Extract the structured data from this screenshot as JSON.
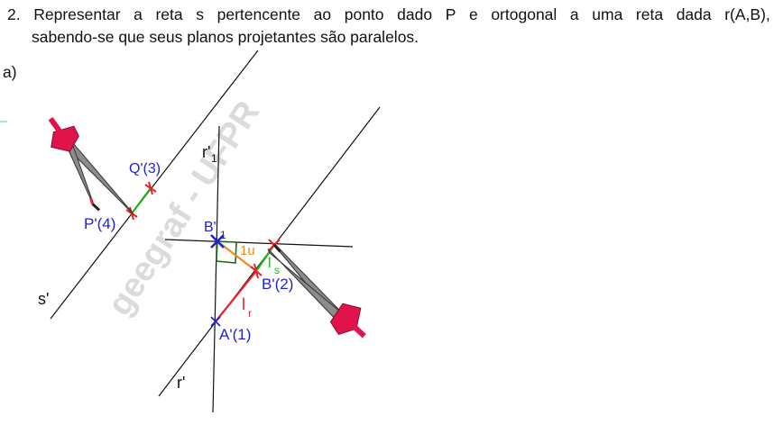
{
  "problem": {
    "number": "2.",
    "words_line1": [
      "Representar",
      "a",
      "reta",
      "s",
      "pertencente",
      "ao",
      "ponto",
      "dado",
      "P",
      "e",
      "ortogonal",
      "a",
      "uma",
      "reta",
      "dada",
      "r(A,B),"
    ],
    "line2": "sabendo-se que seus planos projetantes são paralelos.",
    "item": "a)"
  },
  "figure": {
    "watermark": "geegraf - UFPR",
    "labels": {
      "q": "Q'(3)",
      "p": "P'(4)",
      "s": "s'",
      "r1_main": "r'",
      "r1_sub": "1",
      "b1_main": "B'",
      "b1_sub": "1",
      "u": "1u",
      "ls_main": "l",
      "ls_sub": "s",
      "b2": "B'(2)",
      "lr_main": "l",
      "lr_sub": "r",
      "a": "A'(1)",
      "r": "r'"
    },
    "colors": {
      "ink": "#111111",
      "blue_label": "#1f1fd6",
      "red_mark": "#e8202a",
      "green_segment": "#22b014",
      "orange_segment": "#f08a1c",
      "dark_green": "#1e6b1e",
      "compass_gray": "#8c8c8c",
      "compass_head": "#e0134a",
      "watermark": "#cfcfcf"
    },
    "icons": [
      "compass-icon",
      "compass-icon"
    ]
  }
}
